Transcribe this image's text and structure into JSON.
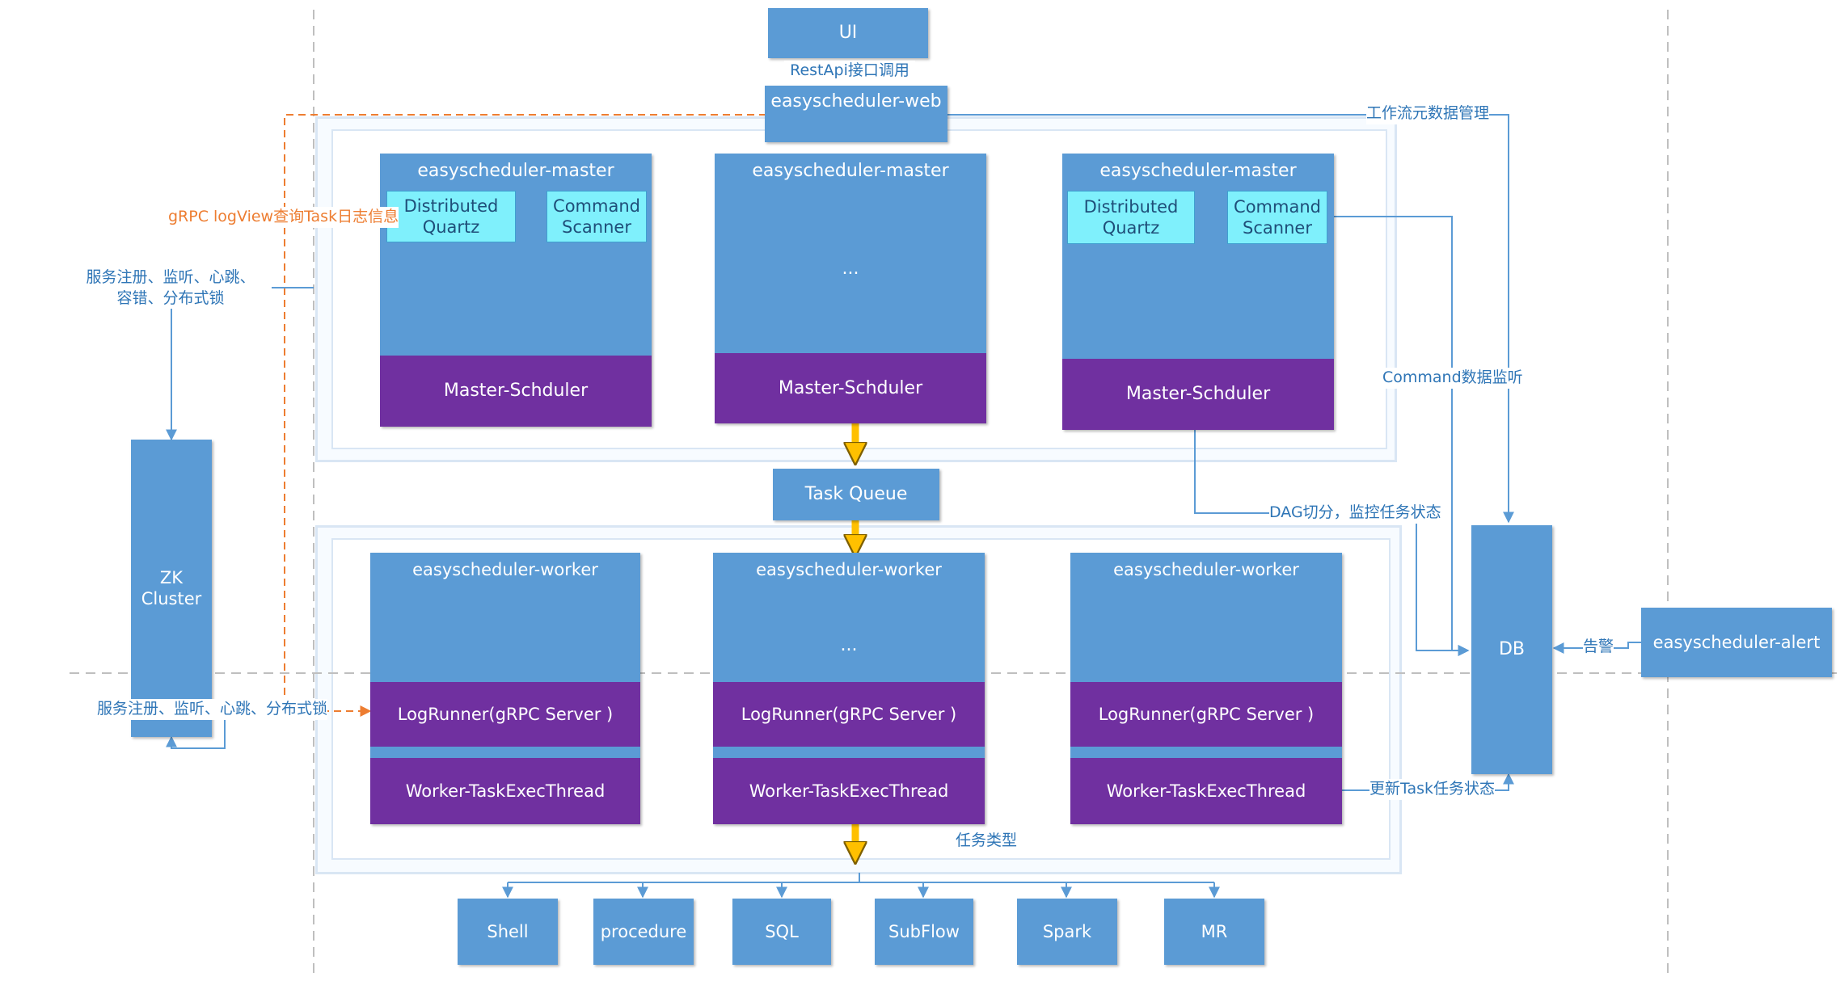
{
  "ui": "UI",
  "restapi": "RestApi接口调用",
  "web": "easyscheduler-web",
  "masters": [
    {
      "title": "easyscheduler-master",
      "dq": "Distributed\nQuartz",
      "cs": "Command\nScanner",
      "ellipsis": "",
      "scheduler": "Master-Schduler"
    },
    {
      "title": "easyscheduler-master",
      "dq": "",
      "cs": "",
      "ellipsis": "...",
      "scheduler": "Master-Schduler"
    },
    {
      "title": "easyscheduler-master",
      "dq": "Distributed\nQuartz",
      "cs": "Command\nScanner",
      "ellipsis": "",
      "scheduler": "Master-Schduler"
    }
  ],
  "task_queue": "Task Queue",
  "workers": [
    {
      "title": "easyscheduler-worker",
      "ellipsis": "",
      "logrunner": "LogRunner(gRPC Server )",
      "exec": "Worker-TaskExecThread"
    },
    {
      "title": "easyscheduler-worker",
      "ellipsis": "...",
      "logrunner": "LogRunner(gRPC Server )",
      "exec": "Worker-TaskExecThread"
    },
    {
      "title": "easyscheduler-worker",
      "ellipsis": "",
      "logrunner": "LogRunner(gRPC Server )",
      "exec": "Worker-TaskExecThread"
    }
  ],
  "zk": "ZK\nCluster",
  "db": "DB",
  "alert": "easyscheduler-alert",
  "task_types": [
    "Shell",
    "procedure",
    "SQL",
    "SubFlow",
    "Spark",
    "MR"
  ],
  "labels": {
    "grpc": "gRPC logView查询Task日志信息",
    "reg_top": "服务注册、监听、心跳、\n容错、分布式锁",
    "reg_bottom": "服务注册、监听、心跳、分布式锁",
    "workflow_mgmt": "工作流元数据管理",
    "command_listen": "Command数据监听",
    "dag": "DAG切分，监控任务状态",
    "alarm": "告警",
    "update_status": "更新Task任务状态",
    "task_type": "任务类型"
  },
  "colors": {
    "box_blue": "#5b9bd5",
    "scheduler_purple": "#7030a0",
    "quartz_cyan": "#7ff0fc",
    "flow_arrow_yellow": "#ffc000",
    "grpc_orange": "#ed7d31"
  }
}
